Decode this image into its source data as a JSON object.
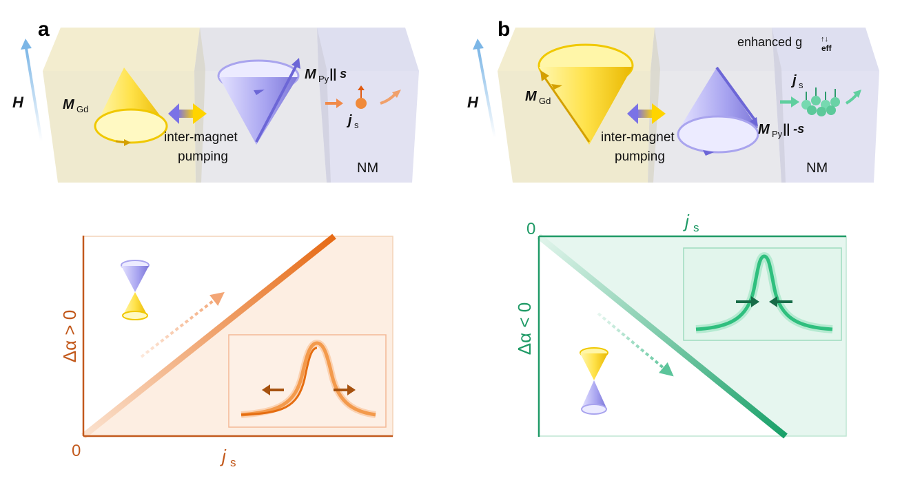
{
  "panel_a": {
    "label": "a",
    "field_label": "H",
    "mgd_main": "M",
    "mgd_sub": "Gd",
    "mpy_main": "M",
    "mpy_sub": "Py",
    "mpy_rel": " || s",
    "pumping_line1": "inter-magnet",
    "pumping_line2": "pumping",
    "js_main": "j",
    "js_sub": "s",
    "nm_label": "NM",
    "graph": {
      "origin_label": "0",
      "x_axis_main": "j",
      "x_axis_sub": "s",
      "y_axis_label": "Δα > 0",
      "color": "#c2591c"
    }
  },
  "panel_b": {
    "label": "b",
    "field_label": "H",
    "enhanced_text": "enhanced g",
    "enhanced_sup": "↑↓",
    "enhanced_sub": "eff",
    "mgd_main": "M",
    "mgd_sub": "Gd",
    "mpy_main": "M",
    "mpy_sub": "Py",
    "mpy_rel": " || -s",
    "pumping_line1": "inter-magnet",
    "pumping_line2": "pumping",
    "js_main": "j",
    "js_sub": "s",
    "nm_label": "NM",
    "graph": {
      "origin_label": "0",
      "x_axis_main": "j",
      "x_axis_sub": "s",
      "y_axis_label": "Δα < 0",
      "color": "#1f9a66"
    }
  }
}
